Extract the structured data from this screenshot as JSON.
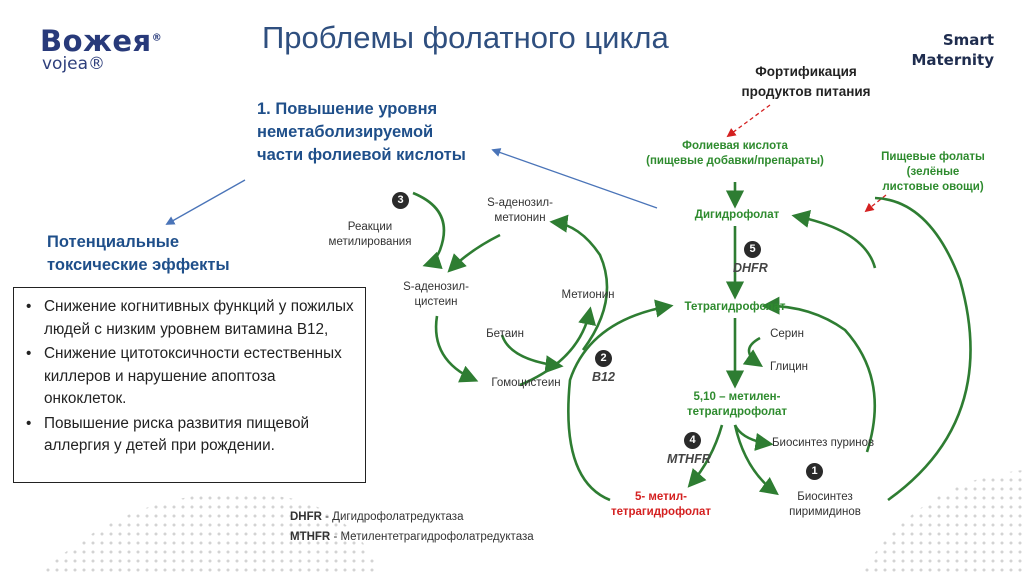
{
  "logo": {
    "main": "Вожея",
    "reg": "®",
    "sub": "vojea®"
  },
  "title": "Проблемы фолатного цикла",
  "brand": {
    "line1": "Smart",
    "line2": "Maternity"
  },
  "fortification": {
    "line1": "Фортификация",
    "line2": "продуктов питания"
  },
  "problem": {
    "line1": "1. Повышение уровня",
    "line2": "неметаболизируемой",
    "line3": "части фолиевой кислоты"
  },
  "toxic": {
    "line1": "Потенциальные",
    "line2": "токсические эффекты"
  },
  "effects": [
    {
      "text": "Снижение когнитивных функций у пожилых людей с низким уровнем витамина В12,"
    },
    {
      "text": "Снижение цитотоксичности естественных киллеров и нарушение апоптоза онкоклеток."
    },
    {
      "text": "Повышение риска развития пищевой аллергия у детей при рождении."
    }
  ],
  "diagram": {
    "folic_acid": {
      "line1": "Фолиевая кислота",
      "line2": "(пищевые добавки/препараты)"
    },
    "food_folates": {
      "line1": "Пищевые фолаты",
      "line2": "(зелёные",
      "line3": "листовые овощи)"
    },
    "dhf": "Дигидрофолат",
    "thf": "Тетрагидрофолат",
    "serine": "Серин",
    "glycine": "Глицин",
    "methylene_thf": {
      "line1": "5,10 – метилен-",
      "line2": "тетрагидрофолат"
    },
    "purines": "Биосинтез пуринов",
    "pyrimidines": {
      "line1": "Биосинтез",
      "line2": "пиримидинов"
    },
    "methyl_thf": {
      "line1": "5- метил-",
      "line2": "тетрагидрофолат"
    },
    "sam": {
      "line1": "S-аденозил-",
      "line2": "метионин"
    },
    "methylation": {
      "line1": "Реакции",
      "line2": "метилирования"
    },
    "sah": {
      "line1": "S-аденозил-",
      "line2": "цистеин"
    },
    "methionine": "Метионин",
    "betaine": "Бетаин",
    "homocysteine": "Гомоцистеин",
    "enzymes": {
      "dhfr": "DHFR",
      "b12": "B12",
      "mthfr": "MTHFR"
    },
    "badges": {
      "b1": "1",
      "b2": "2",
      "b3": "3",
      "b4": "4",
      "b5": "5"
    }
  },
  "legend": [
    {
      "abbr": "DHFR",
      "text": " - Дигидрофолатредуктаза"
    },
    {
      "abbr": "MTHFR",
      "text": " - Метилентетрагидрофолатредуктаза"
    }
  ],
  "colors": {
    "green": "#2e7d32",
    "red": "#d42020",
    "blue": "#1f4f8a",
    "arrow_blue": "#4a74b8"
  }
}
